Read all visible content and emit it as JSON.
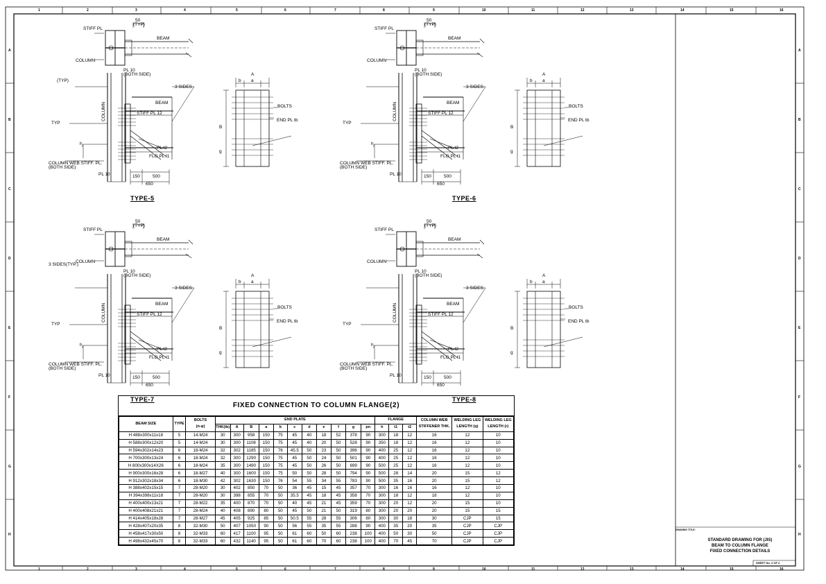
{
  "sheet": {
    "col_numbers": [
      "1",
      "2",
      "3",
      "4",
      "5",
      "6",
      "7",
      "8",
      "9",
      "10",
      "11",
      "12",
      "13",
      "14",
      "15",
      "16"
    ],
    "row_letters": [
      "A",
      "B",
      "C",
      "D",
      "E",
      "F",
      "G",
      "H"
    ]
  },
  "details": [
    {
      "type": "TYPE-5",
      "labels": {
        "stiff": "STIFF PL",
        "dim50": "50",
        "typ": "(TYP)",
        "beam": "BEAM",
        "column": "COLUMN",
        "pl10": "PL 10",
        "bothside": "(BOTH SIDE)",
        "sides3": "3 SIDES",
        "sides3typ": "(TYP)",
        "typ2": "TYP",
        "stiff12": "STIFF PL 12",
        "beam2": "BEAM",
        "colvert": "COLUMN",
        "h": "h",
        "t2": "PL t2",
        "flg": "FLG PL t1",
        "colweb": "COLUMN WEB STIFF. PL.",
        "colweb2": "(BOTH SIDE)",
        "pl10b": "PL 10",
        "d150": "150",
        "d500": "500",
        "d650": "650",
        "bolts": "BOLTS",
        "endpl": "END PL tb",
        "dA": "A",
        "dB": "B",
        "db": "b",
        "da": "a",
        "dg": "g"
      }
    },
    {
      "type": "TYPE-6",
      "labels": {
        "stiff": "STIFF PL",
        "dim50": "50",
        "typ": "(TYP)",
        "beam": "BEAM",
        "column": "COLUMN",
        "pl10": "PL 10",
        "bothside": "(BOTH SIDE)",
        "sides3": "3 SIDES",
        "typ2": "TYP",
        "stiff12": "STIFF PL 12",
        "beam2": "BEAM",
        "colvert": "COLUMN",
        "h": "h",
        "t2": "PL t2",
        "flg": "FLG PL t1",
        "colweb": "COLUMN WEB STIFF. PL.",
        "colweb2": "(BOTH SIDE)",
        "pl10b": "PL 10",
        "d150": "150",
        "d500": "500",
        "d650": "650",
        "bolts": "BOLTS",
        "endpl": "END PL tb",
        "dA": "A",
        "dB": "B",
        "db": "b",
        "da": "a",
        "dg": "g"
      }
    },
    {
      "type": "TYPE-7",
      "labels": {
        "stiff": "STIFF PL",
        "dim50": "50",
        "typ": "(TYP)",
        "beam": "BEAM",
        "column": "COLUMN",
        "pl10": "PL 10",
        "bothside": "(BOTH SIDE)",
        "sides3": "3 SIDES",
        "sides3typ": "3 SIDES(TYP.)",
        "typ2": "TYP",
        "stiff12": "STIFF PL 12",
        "beam2": "BEAM",
        "colvert": "COLUMN",
        "h": "h",
        "t2": "PL t2",
        "flg": "FLG PL t1",
        "colweb": "COLUMN WEB STIFF. PL.",
        "colweb2": "(BOTH SIDE)",
        "pl10b": "PL 10",
        "d150": "150",
        "d500": "500",
        "d650": "650",
        "bolts": "BOLTS",
        "endpl": "END PL tb",
        "dA": "A",
        "dB": "B",
        "db": "b",
        "da": "a",
        "dg": "g"
      }
    },
    {
      "type": "TYPE-8",
      "labels": {
        "stiff": "STIFF PL",
        "dim50": "50",
        "typ": "(TYP)",
        "beam": "BEAM",
        "column": "COLUMN",
        "pl10": "PL 10",
        "bothside": "(BOTH SIDE)",
        "sides3": "3 SIDES",
        "typ2": "TYP",
        "stiff12": "STIFF PL 12",
        "beam2": "BEAM",
        "colvert": "COLUMN",
        "h": "h",
        "t2": "PL t2",
        "flg": "FLG PL t1",
        "colweb": "COLUMN WEB STIFF. PL.",
        "colweb2": "(BOTH SIDE)",
        "pl10b": "PL 10",
        "d150": "150",
        "d500": "500",
        "d650": "650",
        "bolts": "BOLTS",
        "endpl": "END PL tb",
        "dA": "A",
        "dB": "B",
        "db": "b",
        "da": "a",
        "dg": "g"
      }
    }
  ],
  "table": {
    "title": "FIXED CONNECTION TO COLUMN FLANGE(2)",
    "h_beam_size": "BEAM SIZE",
    "h_type": "TYPE",
    "h_bolts": "BOLTS",
    "h_bolts_sub": "(n-φ)",
    "h_end_plate": "END PLATE",
    "h_flange": "FLANGE",
    "h_colweb": "COLUMN WEB",
    "h_colweb2": "STIFFENER THK.",
    "h_weldq": "WELDING LEG",
    "h_weldq2": "LENGTH (q)",
    "h_weldr": "WELDING LEG",
    "h_weldr2": "LENGTH (r)",
    "sub_headers": [
      "THK(tb)",
      "A",
      "B",
      "a",
      "b",
      "c",
      "d",
      "e",
      "f",
      "g",
      "pn",
      "h",
      "t1",
      "t2"
    ],
    "rows": [
      [
        "H 488x300x11x18",
        "5",
        "14-M24",
        "30",
        "300",
        "958",
        "150",
        "75",
        "45",
        "40",
        "18",
        "52",
        "378",
        "90",
        "300",
        "18",
        "12",
        "16",
        "12",
        "10"
      ],
      [
        "H 588x300x12x20",
        "5",
        "14-M24",
        "30",
        "300",
        "1108",
        "150",
        "75",
        "45",
        "40",
        "20",
        "50",
        "528",
        "90",
        "350",
        "18",
        "12",
        "16",
        "12",
        "10"
      ],
      [
        "H 594x302x14x23",
        "6",
        "18-M24",
        "32",
        "302",
        "1185",
        "150",
        "76",
        "45.5",
        "50",
        "23",
        "50",
        "396",
        "90",
        "400",
        "25",
        "12",
        "16",
        "12",
        "10"
      ],
      [
        "H 700x300x13x24",
        "6",
        "18-M24",
        "32",
        "300",
        "1290",
        "150",
        "75",
        "45",
        "50",
        "24",
        "50",
        "501",
        "90",
        "400",
        "25",
        "12",
        "16",
        "12",
        "10"
      ],
      [
        "H 800x300x14X26",
        "6",
        "18-M24",
        "35",
        "300",
        "1490",
        "150",
        "75",
        "45",
        "50",
        "26",
        "50",
        "699",
        "90",
        "500",
        "25",
        "12",
        "16",
        "12",
        "10"
      ],
      [
        "H 900x300x16x28",
        "6",
        "18-M27",
        "40",
        "300",
        "1600",
        "150",
        "75",
        "50",
        "50",
        "28",
        "50",
        "794",
        "90",
        "500",
        "28",
        "14",
        "20",
        "15",
        "12"
      ],
      [
        "H 912x302x18x34",
        "6",
        "18-M30",
        "42",
        "302",
        "1630",
        "150",
        "76",
        "54",
        "55",
        "34",
        "55",
        "783",
        "90",
        "500",
        "35",
        "16",
        "20",
        "15",
        "12"
      ],
      [
        "H 388x402x15x15",
        "7",
        "28-M20",
        "30",
        "402",
        "850",
        "70",
        "50",
        "36",
        "45",
        "15",
        "45",
        "357",
        "70",
        "300",
        "16",
        "16",
        "16",
        "12",
        "10"
      ],
      [
        "H 394x398x11x18",
        "7",
        "28-M20",
        "30",
        "398",
        "855",
        "70",
        "50",
        "35.5",
        "45",
        "18",
        "45",
        "358",
        "70",
        "300",
        "18",
        "12",
        "18",
        "12",
        "10"
      ],
      [
        "H 400x400x13x21",
        "7",
        "28-M22",
        "35",
        "400",
        "870",
        "70",
        "50",
        "40",
        "45",
        "21",
        "45",
        "359",
        "70",
        "300",
        "20",
        "12",
        "20",
        "15",
        "10"
      ],
      [
        "H 400x408x21x21",
        "7",
        "28-M24",
        "40",
        "408",
        "890",
        "80",
        "50",
        "45",
        "50",
        "21",
        "50",
        "319",
        "80",
        "300",
        "20",
        "20",
        "20",
        "15",
        "15"
      ],
      [
        "H 414x405x18x28",
        "7",
        "28-M27",
        "45",
        "405",
        "925",
        "85",
        "50",
        "50.5",
        "55",
        "28",
        "55",
        "306",
        "80",
        "300",
        "30",
        "18",
        "30",
        "CJP",
        "15"
      ],
      [
        "H 428x407x20x35",
        "8",
        "32-M30",
        "50",
        "407",
        "1050",
        "90",
        "50",
        "56",
        "55",
        "35",
        "55",
        "288",
        "90",
        "400",
        "35",
        "20",
        "35",
        "CJP",
        "CJP"
      ],
      [
        "H 458x417x30x50",
        "8",
        "32-M33",
        "60",
        "417",
        "1100",
        "95",
        "50",
        "61",
        "60",
        "50",
        "60",
        "238",
        "100",
        "400",
        "50",
        "30",
        "50",
        "CJP",
        "CJP"
      ],
      [
        "H 498x432x45x70",
        "8",
        "32-M33",
        "60",
        "432",
        "1140",
        "95",
        "50",
        "61",
        "60",
        "70",
        "60",
        "238",
        "100",
        "400",
        "70",
        "45",
        "70",
        "CJP",
        "CJP"
      ]
    ]
  },
  "title_block": {
    "label": "DRAWING TITLE:",
    "line1": "STANDARD DRAWING FOR (JIS)",
    "line2": "BEAM TO COLUMN FLANGE",
    "line3": "FIXED CONNECTION DETAILS",
    "sheet_no": "SHEET No. 2 OF 2"
  }
}
